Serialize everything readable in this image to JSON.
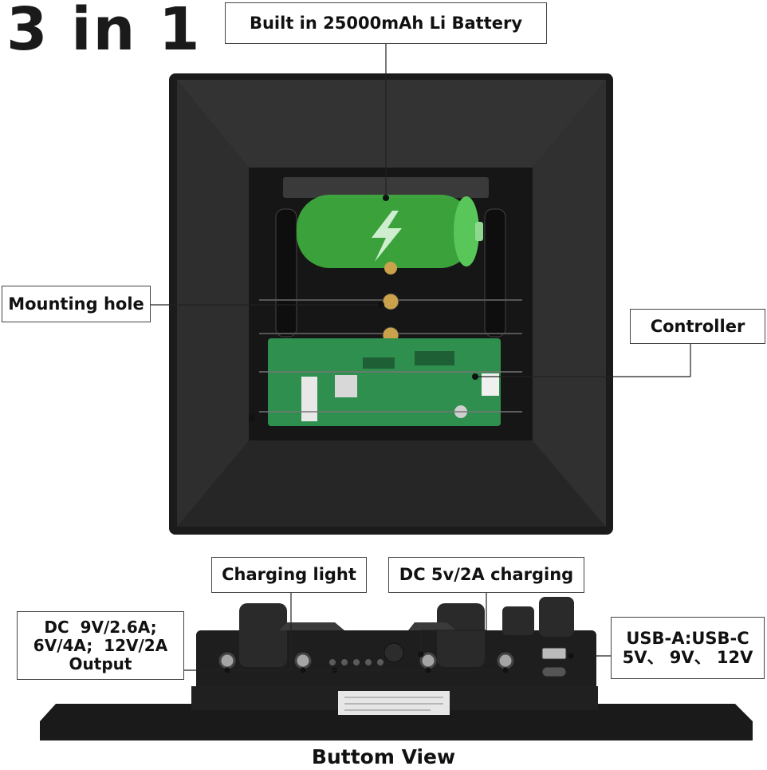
{
  "title": "3 in 1",
  "callouts": {
    "battery": "Built in 25000mAh Li Battery",
    "mounting_hole": "Mounting hole",
    "controller": "Controller",
    "charging_light": "Charging light",
    "dc_charging": "DC 5v/2A charging",
    "dc_output_line1": "DC  9V/2.6A;",
    "dc_output_line2": "6V/4A;  12V/2A",
    "dc_output_line3": "Output",
    "usb_line1": "USB-A:USB-C",
    "usb_line2": "5V、 9V、 12V"
  },
  "caption": "Buttom View",
  "colors": {
    "battery_green": "#3fae3f",
    "pcb_green": "#2f8f4e",
    "housing": "#1e1e1e"
  }
}
